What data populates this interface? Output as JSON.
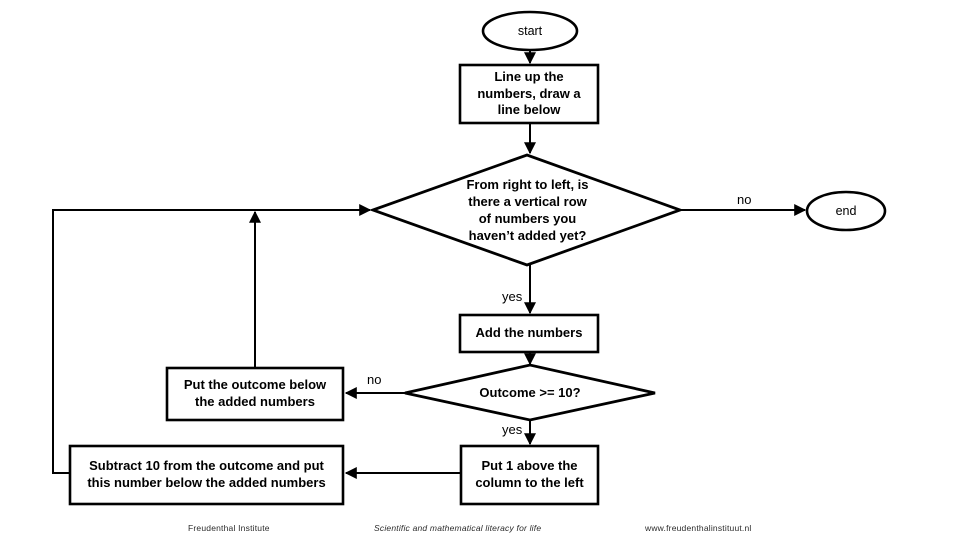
{
  "diagram": {
    "title": "Column addition algorithm flowchart",
    "stroke_color": "#000000",
    "fill_color": "#ffffff",
    "background": "#ffffff",
    "nodes": {
      "start": {
        "label": "start",
        "shape": "ellipse"
      },
      "line_up": {
        "label": "Line up the\nnumbers, draw a\nline below",
        "shape": "process"
      },
      "check_row": {
        "label": "From right to left, is\nthere a vertical row\nof numbers you\nhaven’t added yet?",
        "shape": "decision"
      },
      "end": {
        "label": "end",
        "shape": "ellipse"
      },
      "add_numbers": {
        "label": "Add the numbers",
        "shape": "process"
      },
      "outcome_check": {
        "label": "Outcome >= 10?",
        "shape": "decision"
      },
      "put_outcome": {
        "label": "Put the outcome below\nthe added numbers",
        "shape": "process"
      },
      "put_one": {
        "label": "Put 1 above the\ncolumn to the left",
        "shape": "process"
      },
      "subtract_ten": {
        "label": "Subtract 10 from the outcome and put\nthis number below the added numbers",
        "shape": "process"
      }
    },
    "edge_labels": {
      "check_row_no": "no",
      "check_row_yes": "yes",
      "outcome_no": "no",
      "outcome_yes": "yes"
    }
  },
  "footer": {
    "left": "Freudenthal Institute",
    "center": "Scientific and mathematical literacy for life",
    "right": "www.freudenthalinstituut.nl"
  }
}
